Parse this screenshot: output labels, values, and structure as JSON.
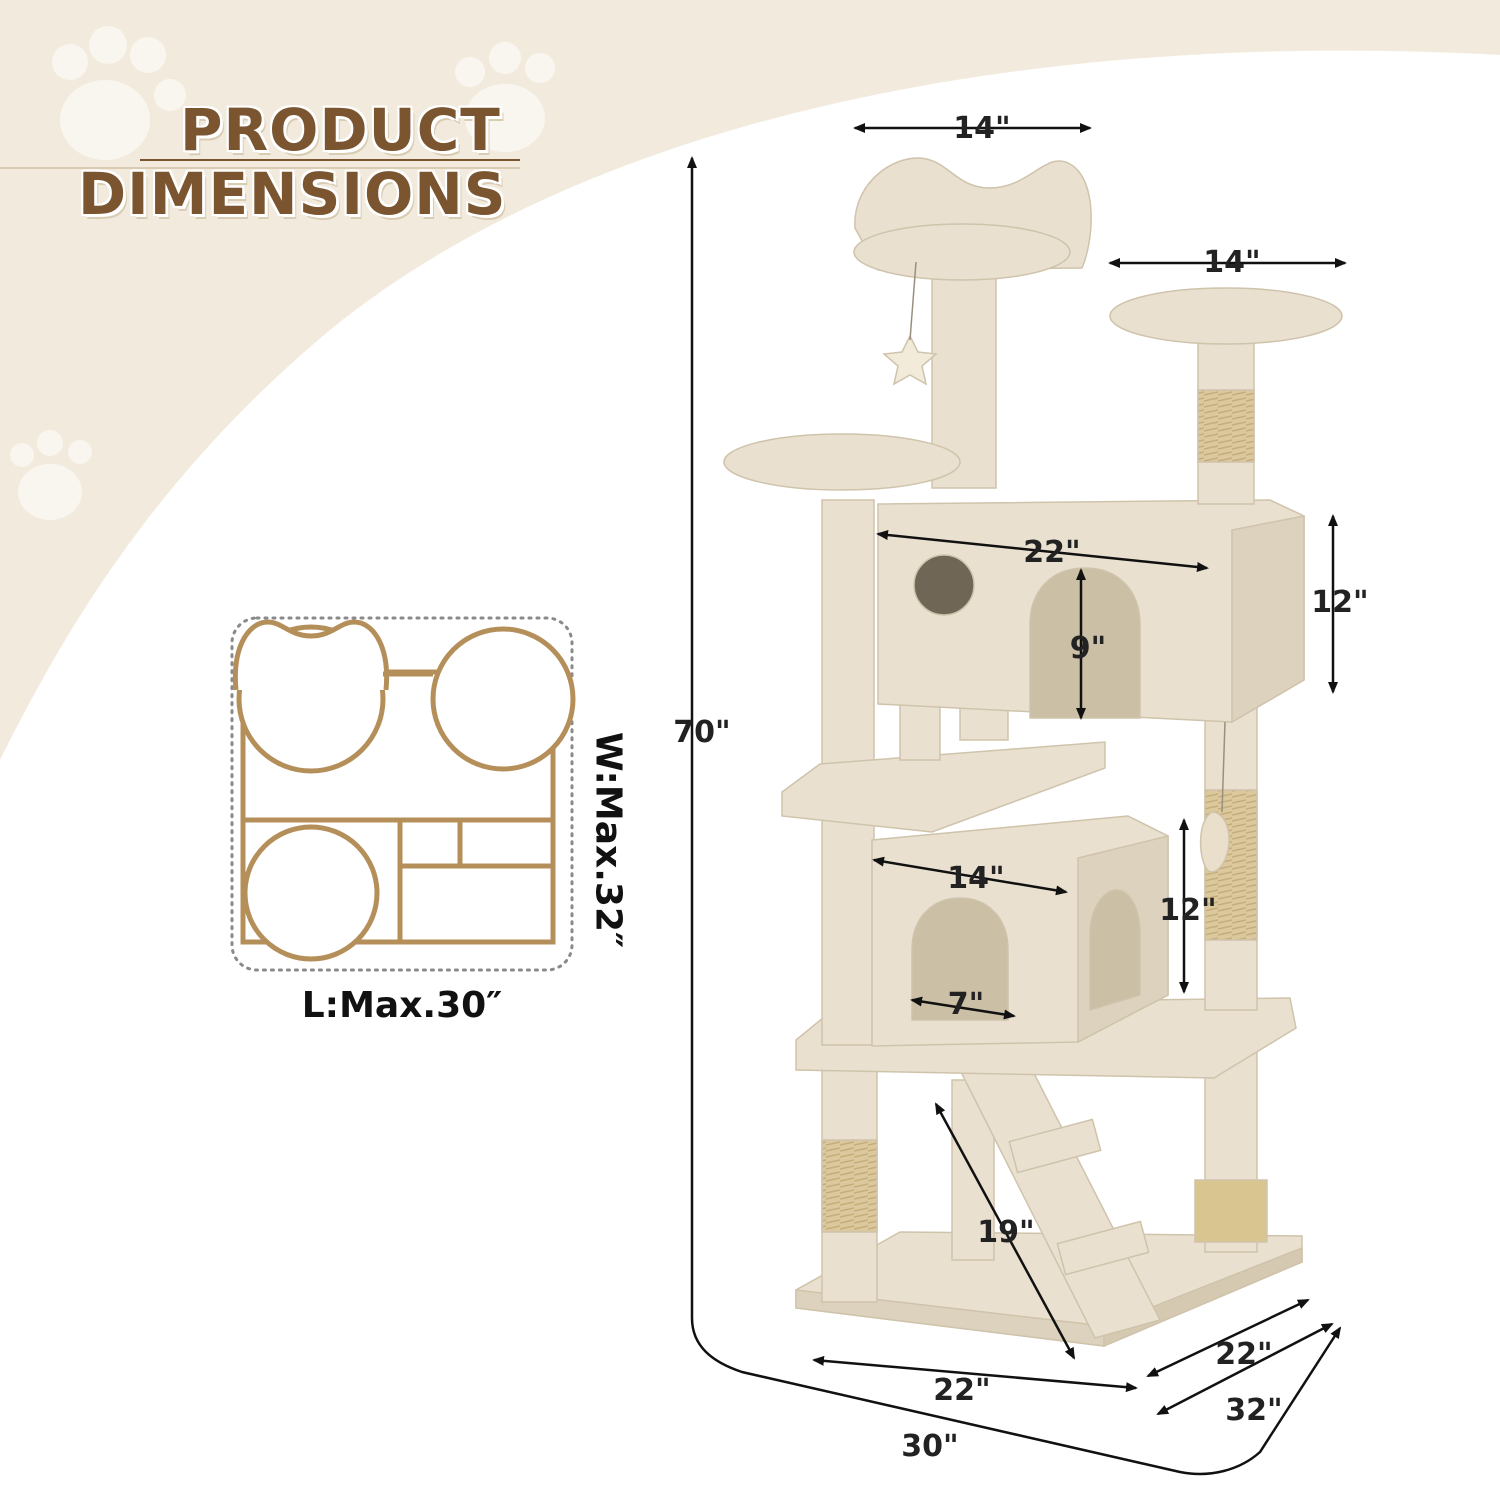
{
  "title": {
    "line1": "PRODUCT",
    "line2": "DIMENSIONS"
  },
  "colors": {
    "background_band": "#f2ebdd",
    "title_brown": "#7a5530",
    "outline_tan": "#b58f5a",
    "plush_beige": "#e9e0cf",
    "sisal": "#d7c49a"
  },
  "top_view": {
    "width_label": "W:Max.32″",
    "length_label": "L:Max.30″"
  },
  "dimensions": {
    "overall_height": "70\"",
    "top_perch_width": "14\"",
    "platform_width": "14\"",
    "upper_condo_width": "22\"",
    "upper_condo_height": "12\"",
    "upper_door_height": "9\"",
    "lower_condo_width": "14\"",
    "lower_condo_height": "12\"",
    "lower_door_width": "7\"",
    "ramp_length": "19\"",
    "base_width": "22\"",
    "base_depth": "22\"",
    "overall_length": "30\"",
    "overall_width": "32\""
  }
}
